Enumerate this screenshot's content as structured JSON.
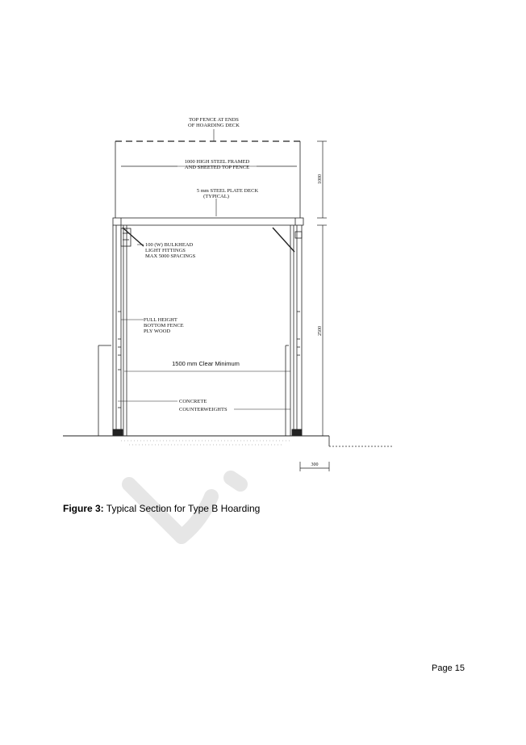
{
  "drawing": {
    "top_fence_note": [
      "TOP FENCE AT ENDS",
      "OF HOARDING DECK"
    ],
    "fence_note": [
      "1000 HIGH STEEL FRAMED",
      "AND SHEETED TOP FENCE"
    ],
    "deck_note": [
      "5 mm STEEL PLATE DECK",
      "(TYPICAL)"
    ],
    "bulkhead_note": [
      "100 (W) BULKHEAD",
      "LIGHT FITTINGS",
      "MAX 5000 SPACINGS"
    ],
    "bottom_fence_note": [
      "FULL HEIGHT",
      "BOTTOM FENCE",
      "PLY WOOD"
    ],
    "clear_note": "1500 mm Clear Minimum",
    "counterweight_note": [
      "CONCRETE",
      "COUNTERWEIGHTS"
    ],
    "dim_top": "1000",
    "dim_side": "2500",
    "dim_bottom": "300"
  },
  "caption": {
    "label": "Figure 3:",
    "text": "Typical Section for Type B Hoarding"
  },
  "page": {
    "number": "Page 15"
  },
  "colors": {
    "line": "#222222",
    "watermark": "#e4e4e4"
  }
}
